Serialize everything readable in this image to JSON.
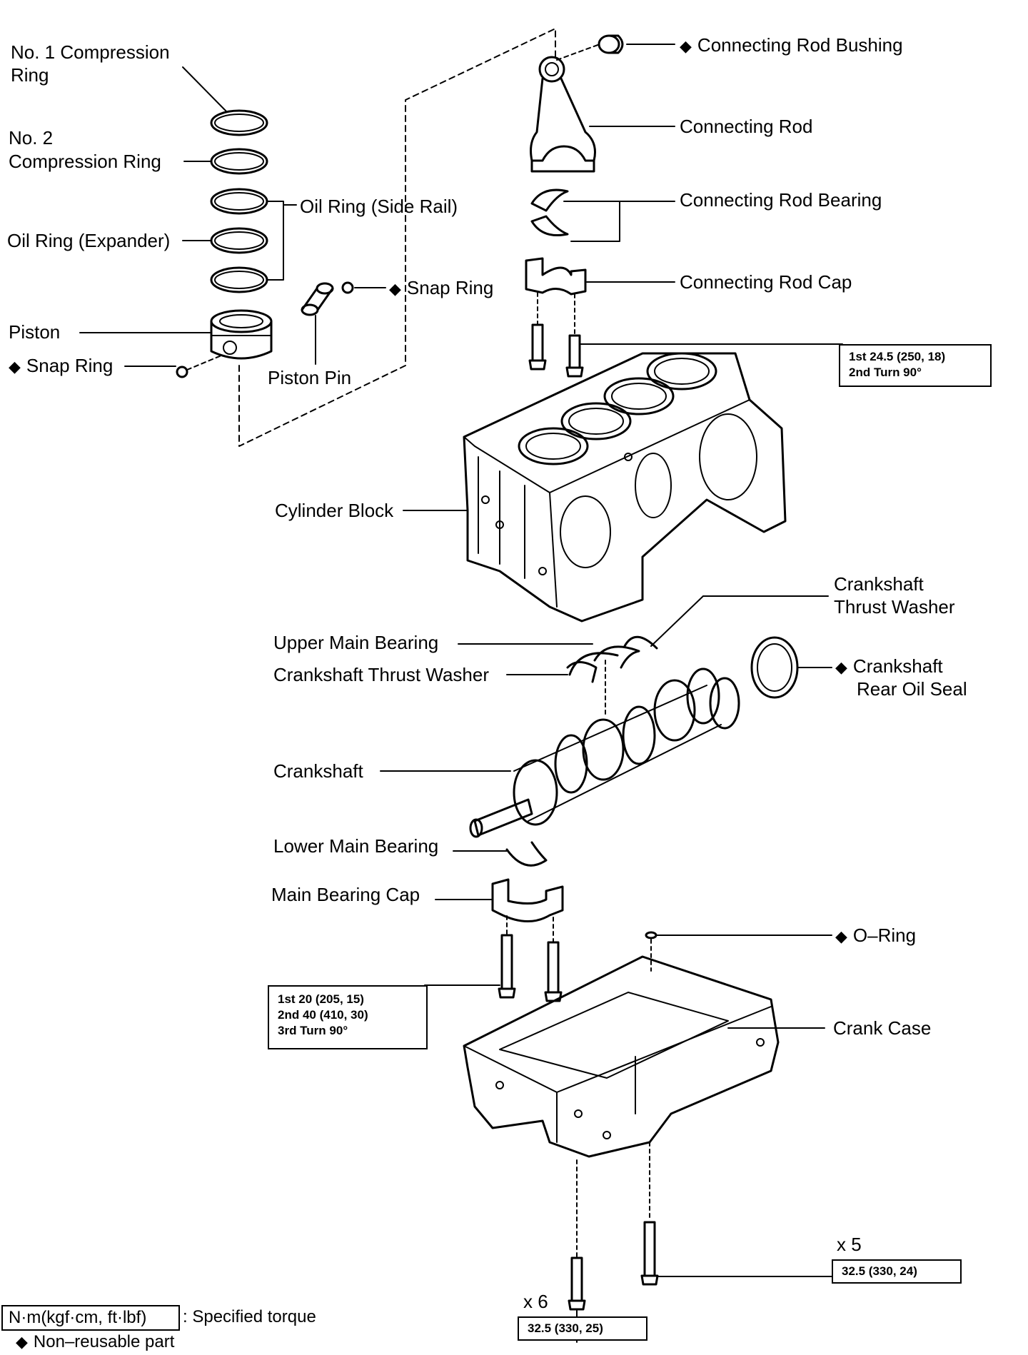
{
  "labels": {
    "no1_ring_a": "No. 1 Compression",
    "no1_ring_b": "Ring",
    "no2_ring_a": "No. 2",
    "no2_ring_b": "Compression Ring",
    "oil_side_rail": "Oil Ring (Side Rail)",
    "oil_expander": "Oil Ring (Expander)",
    "piston": "Piston",
    "snap_ring_left": "Snap Ring",
    "piston_pin": "Piston Pin",
    "snap_ring_right": "Snap Ring",
    "rod_bushing": "Connecting Rod Bushing",
    "conn_rod": "Connecting Rod",
    "rod_bearing": "Connecting Rod Bearing",
    "rod_cap": "Connecting Rod Cap",
    "cyl_block": "Cylinder Block",
    "thrust_washer_r_a": "Crankshaft",
    "thrust_washer_r_b": "Thrust Washer",
    "upper_main": "Upper Main Bearing",
    "thrust_washer_l": "Crankshaft Thrust Washer",
    "rear_seal_a": "Crankshaft",
    "rear_seal_b": "Rear Oil Seal",
    "crankshaft": "Crankshaft",
    "lower_main": "Lower Main Bearing",
    "main_cap": "Main Bearing Cap",
    "o_ring": "O–Ring",
    "crank_case": "Crank Case",
    "x5": "x 5",
    "x6": "x 6"
  },
  "torque": {
    "rod_cap": [
      "1st 24.5 (250, 18)",
      "2nd Turn 90°"
    ],
    "main_cap": [
      "1st  20 (205, 15)",
      "2nd  40 (410, 30)",
      "3rd  Turn 90°"
    ],
    "case_x5": "32.5 (330, 24)",
    "case_x6": "32.5 (330, 25)"
  },
  "legend": {
    "unit_box": "N·m(kgf·cm, ft·lbf)",
    "unit_text": ": Specified torque",
    "nonreusable": "Non–reusable part"
  },
  "symbols": {
    "non_reusable": "◆"
  }
}
